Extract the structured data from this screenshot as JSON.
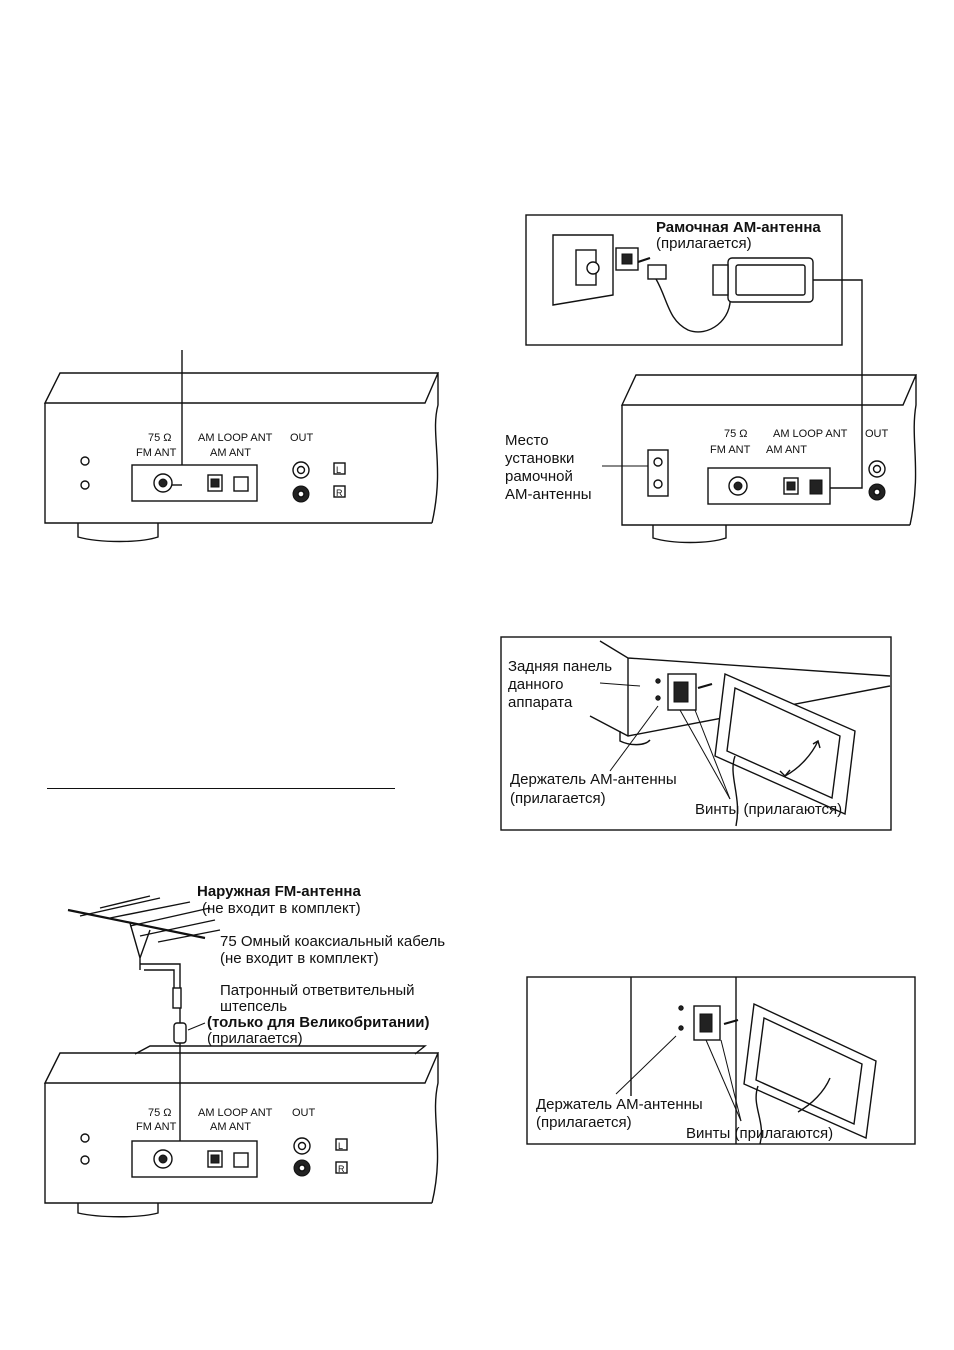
{
  "panel_labels": {
    "fm_ohm": "75 Ω",
    "fm_ant": "FM ANT",
    "am_loop_ant": "AM LOOP ANT",
    "am_ant": "AM ANT",
    "out": "OUT",
    "left_channel": "L",
    "right_channel": "R"
  },
  "loop_antenna": {
    "title": "Рамочная AM-антенна",
    "supplied": "(прилагается)"
  },
  "mounting_place": {
    "line1": "Место",
    "line2": "установки",
    "line3": "рамочной",
    "line4": "AM-антенны"
  },
  "rear_mount": {
    "panel_line1": "Задняя панель",
    "panel_line2": "данного",
    "panel_line3": "аппарата",
    "holder": "Держатель AM-антенны",
    "holder_supplied": "(прилагается)",
    "screws": "Винты (прилагаются)"
  },
  "wall_mount": {
    "holder": "Держатель AM-антенны",
    "holder_supplied": "(прилагается)",
    "screws": "Винты (прилагаются)"
  },
  "outdoor_fm": {
    "title": "Наружная FM-антенна",
    "title_note": "(не входит в комплект)",
    "cable": "75 Омный коаксиальный кабель",
    "cable_note": "(не входит в комплект)",
    "plug_line1": "Патронный ответвительный",
    "plug_line2": "штепсель",
    "plug_uk": "(только для Великобритании)",
    "plug_supplied": "(прилагается)"
  }
}
